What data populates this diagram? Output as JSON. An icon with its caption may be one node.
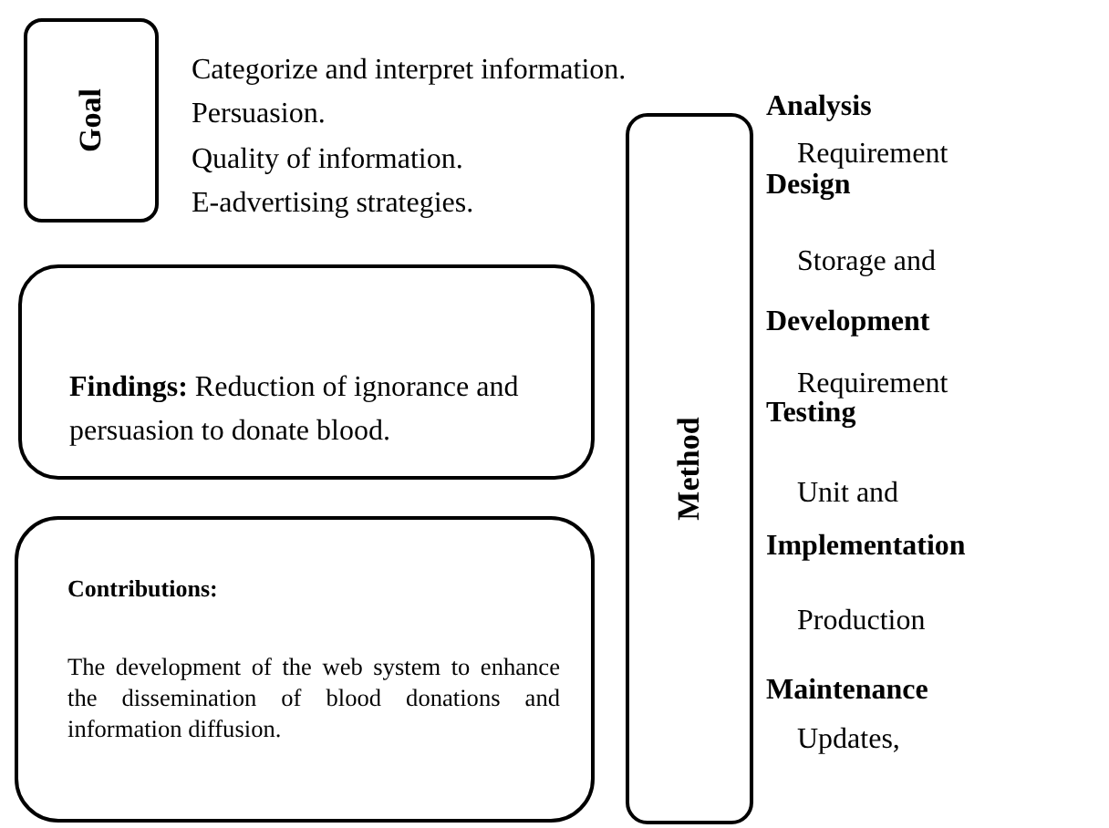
{
  "diagram": {
    "nodes": [
      {
        "text": [
          "Goal"
        ],
        "beside": [
          "Categorize and interpret information.",
          "Persuasion.",
          "Quality of information.",
          "E-advertising strategies."
        ]
      },
      {
        "text": [
          "**Findings:** Reduction of ignorance and persuasion to donate blood."
        ]
      },
      {
        "text": [
          "Contributions:",
          "The development of the web system to enhance the dissemination of blood donations and information diffusion."
        ]
      },
      {
        "text": [
          "Method"
        ],
        "beside": [
          "Analysis",
          "Requirement",
          "Design",
          "Storage and",
          "Development",
          "Requirement",
          "Testing",
          "Unit and",
          "Implementation",
          "Production",
          "Maintenance",
          "Updates,"
        ]
      }
    ]
  }
}
